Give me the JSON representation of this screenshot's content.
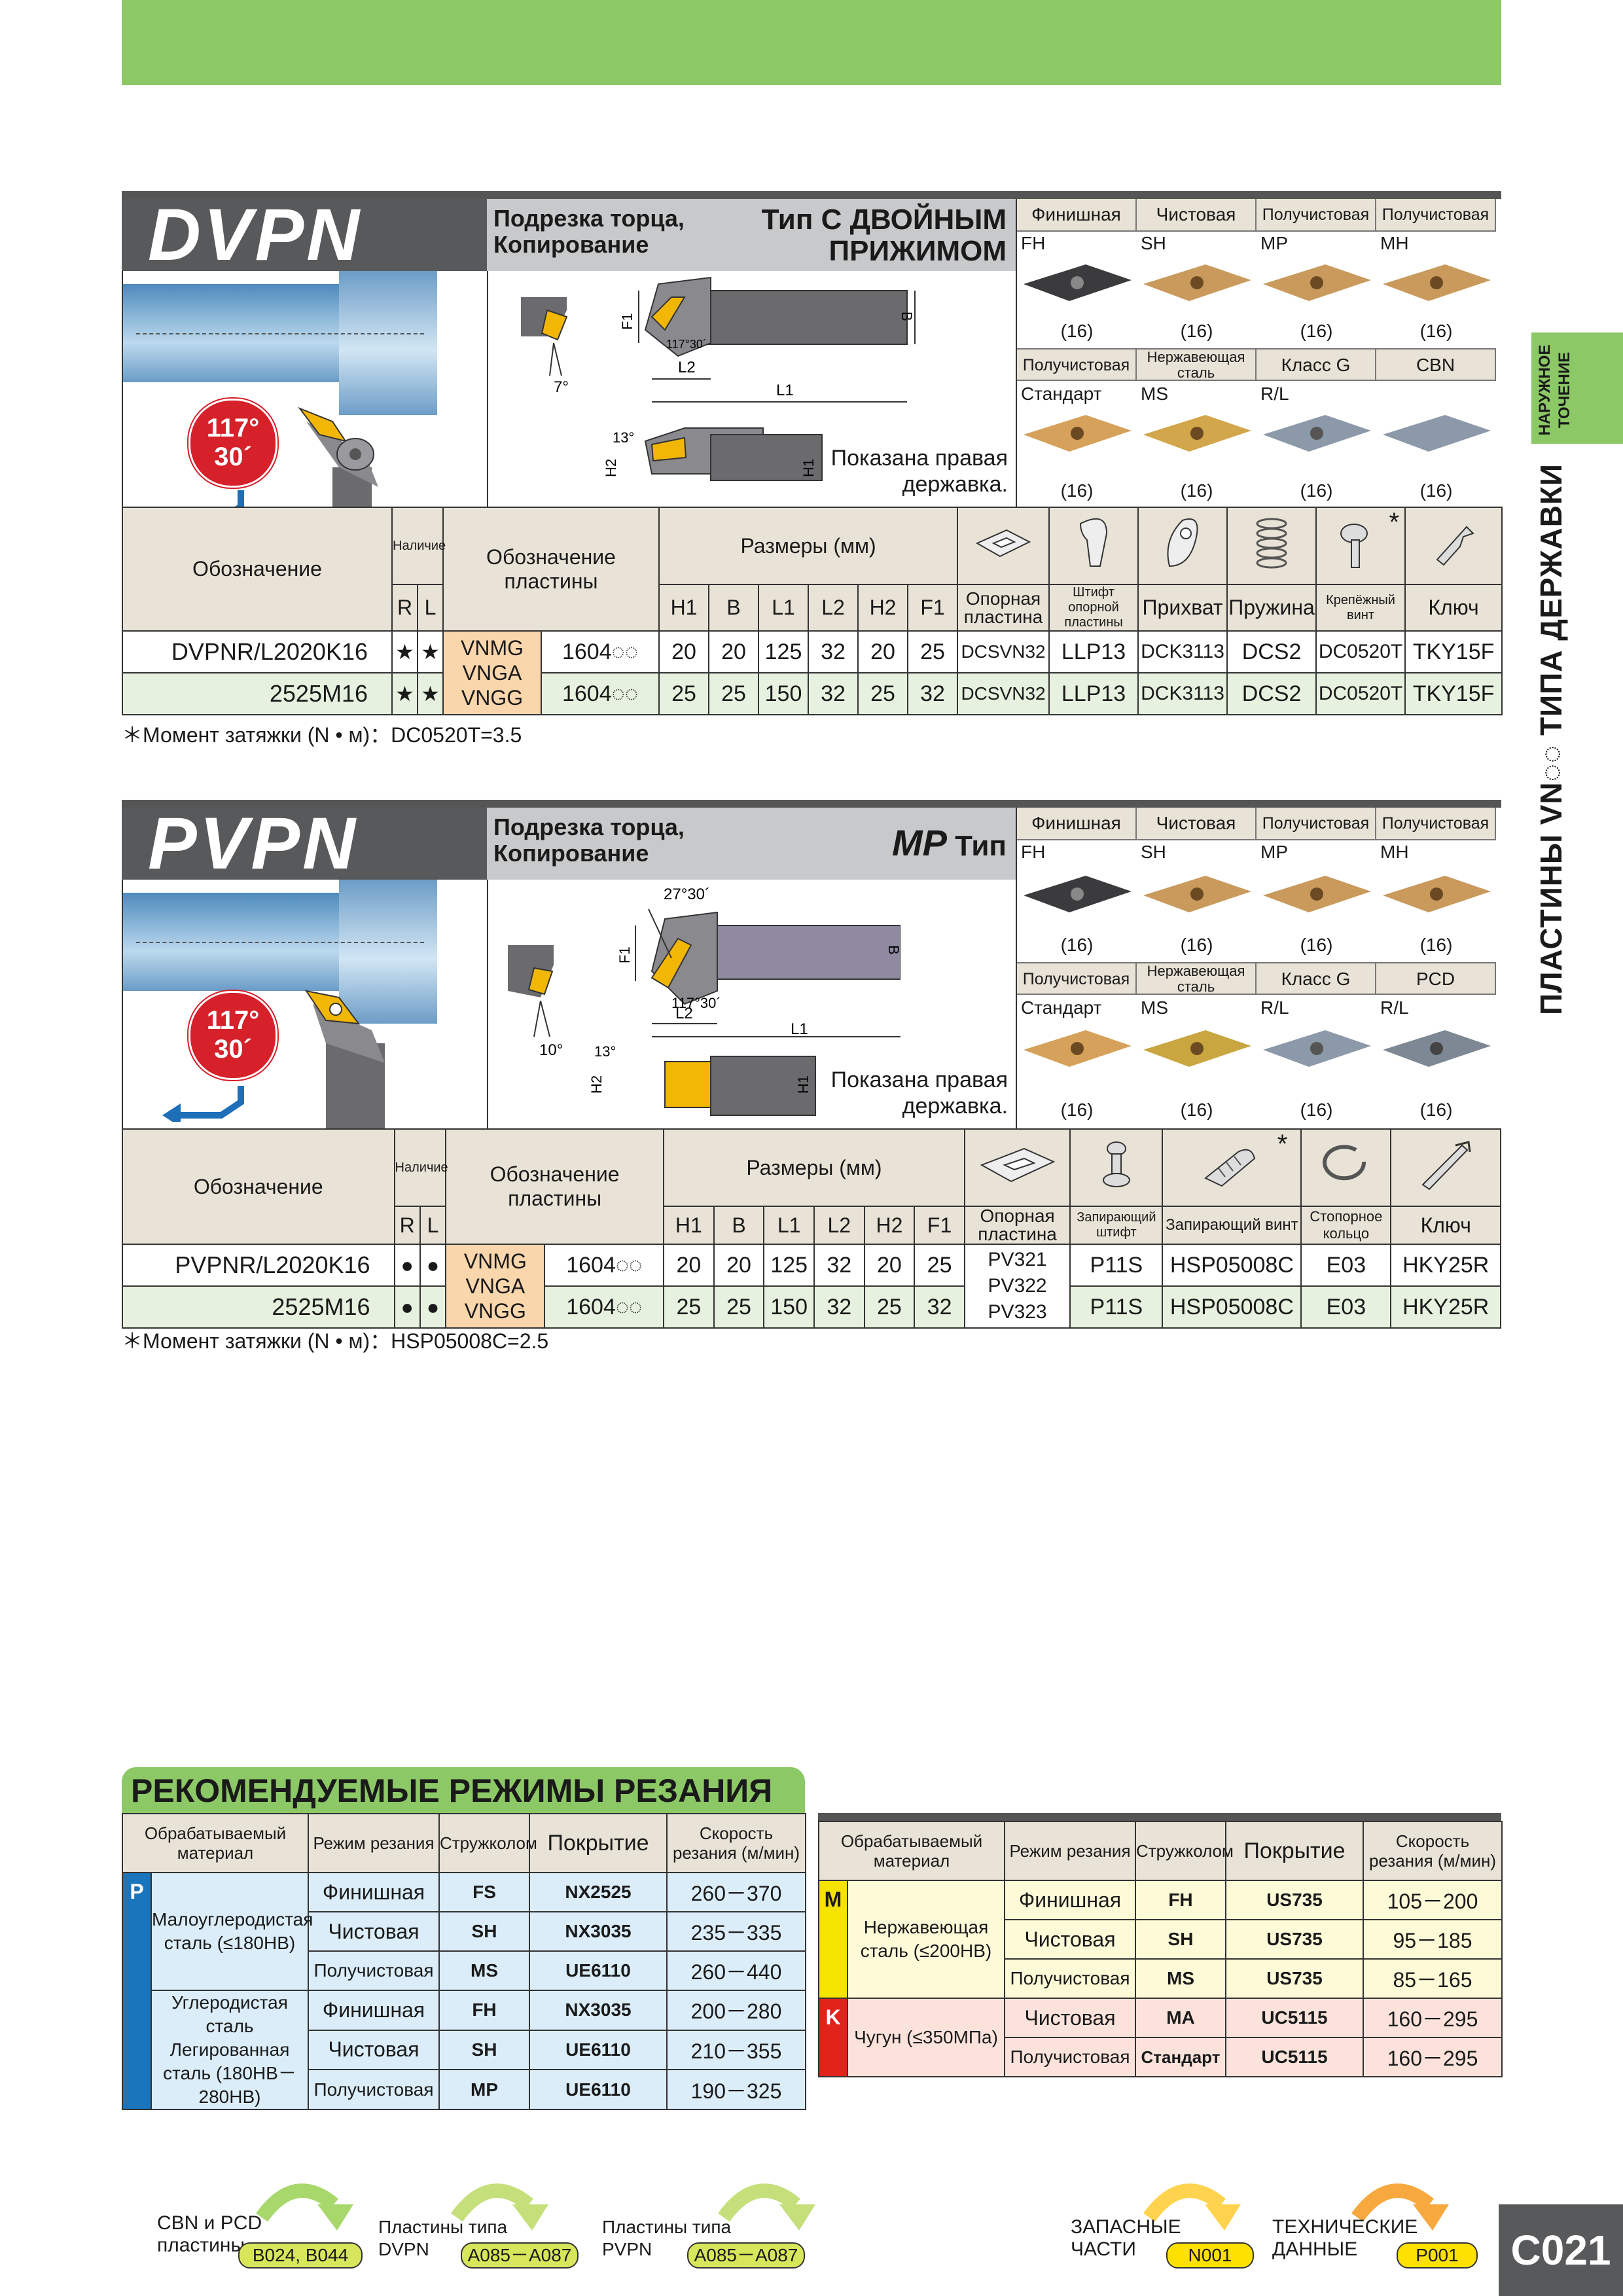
{
  "side": {
    "vertical_title": "ПЛАСТИНЫ VN◌◌ ТИПА ДЕРЖАВКИ",
    "tab_line1": "НАРУЖНОЕ",
    "tab_line2": "ТОЧЕНИЕ"
  },
  "colors": {
    "green": "#8cc866",
    "grey_header": "#58595b",
    "badge_red": "#d6202a",
    "insert_orange": "#fad6ad",
    "row_green": "#e7f1df",
    "beige": "#e8e3d6"
  },
  "dvpn": {
    "title": "DVPN",
    "angle_line1": "117°",
    "angle_line2": "30´",
    "type_sub1": "Подрезка торца,",
    "type_sub2": "Копирование",
    "type_main1": "Тип С ДВОЙНЫМ",
    "type_main2": "ПРИЖИМОМ",
    "dims": {
      "f1": "F1",
      "b": "B",
      "l1": "L1",
      "l2": "L2",
      "h1": "H1",
      "h2": "H2",
      "a1": "117°30´",
      "a2": "7°",
      "a3": "13°"
    },
    "note1": "Показана правая",
    "note2": "державка.",
    "insert_heads_top": [
      "Финишная",
      "Чистовая",
      "Получистовая",
      "Получистовая"
    ],
    "insert_codes_top": [
      "FH",
      "SH",
      "MP",
      "MH"
    ],
    "insert_counts_top": [
      "(16)",
      "(16)",
      "(16)",
      "(16)"
    ],
    "insert_heads_bottom": [
      "Получистовая",
      "Нержавеющая сталь",
      "Класс G",
      "CBN"
    ],
    "insert_codes_bottom": [
      "Стандарт",
      "MS",
      "R/L",
      ""
    ],
    "insert_counts_bottom": [
      "(16)",
      "(16)",
      "(16)",
      "(16)"
    ],
    "table": {
      "h_designation": "Обозначение",
      "h_stock": "Наличие",
      "h_insert": "Обозначение пластины",
      "h_dims": "Размеры (мм)",
      "h_r": "R",
      "h_l": "L",
      "h_dimcols": [
        "H1",
        "B",
        "L1",
        "L2",
        "H2",
        "F1"
      ],
      "h_parts": [
        "Опорная пластина",
        "Штифт опорной пластины",
        "Прихват",
        "Пружина",
        "Крепёжный винт",
        "Ключ"
      ],
      "parts_star": "*",
      "inserts": [
        "VNMG",
        "VNGA",
        "VNGG"
      ],
      "insert_size": "1604◌◌",
      "rows": [
        {
          "name": "DVPNR/L2020K16",
          "r": "★",
          "l": "★",
          "dims": [
            "20",
            "20",
            "125",
            "32",
            "20",
            "25"
          ],
          "parts": [
            "DCSVN32",
            "LLP13",
            "DCK3113",
            "DCS2",
            "DC0520T",
            "TKY15F"
          ]
        },
        {
          "name": "2525M16",
          "r": "★",
          "l": "★",
          "dims": [
            "25",
            "25",
            "150",
            "32",
            "25",
            "32"
          ],
          "parts": [
            "DCSVN32",
            "LLP13",
            "DCK3113",
            "DCS2",
            "DC0520T",
            "TKY15F"
          ]
        }
      ]
    },
    "torque": "＊Момент затяжки (N • м)：DC0520T=3.5"
  },
  "pvpn": {
    "title": "PVPN",
    "angle_line1": "117°",
    "angle_line2": "30´",
    "type_sub1": "Подрезка торца,",
    "type_sub2": "Копирование",
    "type_main_mp": "MP",
    "type_main_rest": "Тип",
    "dims": {
      "f1": "F1",
      "b": "B",
      "l1": "L1",
      "l2": "L2",
      "h1": "H1",
      "h2": "H2",
      "a1": "117°30´",
      "a0": "27°30´",
      "a2": "10°",
      "a3": "13°"
    },
    "note1": "Показана правая",
    "note2": "державка.",
    "insert_heads_top": [
      "Финишная",
      "Чистовая",
      "Получистовая",
      "Получистовая"
    ],
    "insert_codes_top": [
      "FH",
      "SH",
      "MP",
      "MH"
    ],
    "insert_counts_top": [
      "(16)",
      "(16)",
      "(16)",
      "(16)"
    ],
    "insert_heads_bottom": [
      "Получистовая",
      "Нержавеющая сталь",
      "Класс G",
      "PCD"
    ],
    "insert_codes_bottom": [
      "Стандарт",
      "MS",
      "R/L",
      "R/L"
    ],
    "insert_counts_bottom": [
      "(16)",
      "(16)",
      "(16)",
      "(16)"
    ],
    "table": {
      "h_designation": "Обозначение",
      "h_stock": "Наличие",
      "h_insert": "Обозначение пластины",
      "h_dims": "Размеры (мм)",
      "h_r": "R",
      "h_l": "L",
      "h_dimcols": [
        "H1",
        "B",
        "L1",
        "L2",
        "H2",
        "F1"
      ],
      "h_parts": [
        "Опорная пластина",
        "Запирающий штифт",
        "Запирающий винт",
        "Стопорное кольцо",
        "Ключ"
      ],
      "parts_star": "*",
      "inserts": [
        "VNMG",
        "VNGA",
        "VNGG"
      ],
      "insert_size": "1604◌◌",
      "support_plates": [
        "PV321",
        "PV322",
        "PV323"
      ],
      "rows": [
        {
          "name": "PVPNR/L2020K16",
          "r": "●",
          "l": "●",
          "dims": [
            "20",
            "20",
            "125",
            "32",
            "20",
            "25"
          ],
          "parts": [
            "P11S",
            "HSP05008C",
            "E03",
            "HKY25R"
          ]
        },
        {
          "name": "2525M16",
          "r": "●",
          "l": "●",
          "dims": [
            "25",
            "25",
            "150",
            "32",
            "25",
            "32"
          ],
          "parts": [
            "P11S",
            "HSP05008C",
            "E03",
            "HKY25R"
          ]
        }
      ]
    },
    "torque": "＊Момент затяжки (N • м)：HSP05008C=2.5"
  },
  "cutting": {
    "title": "РЕКОМЕНДУЕМЫЕ РЕЖИМЫ РЕЗАНИЯ",
    "headers": [
      "Обрабатываемый материал",
      "Режим резания",
      "Стружколом",
      "Покрытие",
      "Скорость резания (м/мин)"
    ],
    "left": {
      "letter": "P",
      "groups": [
        {
          "material": "Малоуглеродистая сталь (≤180HB)",
          "rows": [
            {
              "mode": "Финишная",
              "breaker": "FS",
              "coating": "NX2525",
              "speed": "260－370"
            },
            {
              "mode": "Чистовая",
              "breaker": "SH",
              "coating": "NX3035",
              "speed": "235－335"
            },
            {
              "mode": "Получистовая",
              "breaker": "MS",
              "coating": "UE6110",
              "speed": "260－440"
            }
          ]
        },
        {
          "material": "Углеродистая сталь Легированная сталь (180HB－280HB)",
          "rows": [
            {
              "mode": "Финишная",
              "breaker": "FH",
              "coating": "NX3035",
              "speed": "200－280"
            },
            {
              "mode": "Чистовая",
              "breaker": "SH",
              "coating": "UE6110",
              "speed": "210－355"
            },
            {
              "mode": "Получистовая",
              "breaker": "MP",
              "coating": "UE6110",
              "speed": "190－325"
            }
          ]
        }
      ]
    },
    "right": {
      "groups": [
        {
          "letter": "M",
          "material": "Нержавеющая сталь (≤200HB)",
          "rows": [
            {
              "mode": "Финишная",
              "breaker": "FH",
              "coating": "US735",
              "speed": "105－200"
            },
            {
              "mode": "Чистовая",
              "breaker": "SH",
              "coating": "US735",
              "speed": "95－185"
            },
            {
              "mode": "Получистовая",
              "breaker": "MS",
              "coating": "US735",
              "speed": "85－165"
            }
          ]
        },
        {
          "letter": "K",
          "material": "Чугун (≤350МПа)",
          "rows": [
            {
              "mode": "Чистовая",
              "breaker": "MA",
              "coating": "UC5115",
              "speed": "160－295"
            },
            {
              "mode": "Получистовая",
              "breaker": "Стандарт",
              "coating": "UC5115",
              "speed": "160－295"
            }
          ]
        }
      ]
    }
  },
  "footer": {
    "items": [
      {
        "l1": "CBN и PCD",
        "l2": "пластины",
        "pill": "B024, B044"
      },
      {
        "l1": "Пластины типа",
        "l2": "DVPN",
        "pill": "A085－A087"
      },
      {
        "l1": "Пластины типа",
        "l2": "PVPN",
        "pill": "A085－A087"
      },
      {
        "l1": "ЗАПАСНЫЕ",
        "l2": "ЧАСТИ",
        "pill": "N001"
      },
      {
        "l1": "ТЕХНИЧЕСКИЕ",
        "l2": "ДАННЫЕ",
        "pill": "P001"
      }
    ],
    "page": "C021"
  }
}
